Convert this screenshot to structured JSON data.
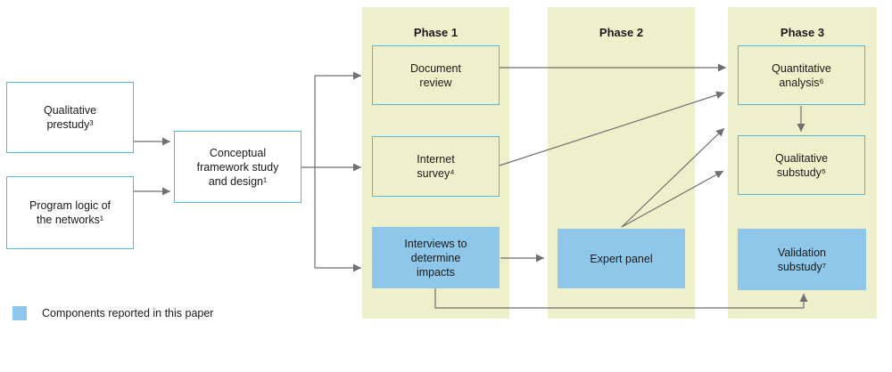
{
  "diagram": {
    "phases": [
      {
        "label": "Phase 1"
      },
      {
        "label": "Phase 2"
      },
      {
        "label": "Phase 3"
      }
    ],
    "boxes": {
      "qualitative_prestudy": {
        "lines": [
          "Qualitative",
          "prestudy³"
        ],
        "highlighted": false
      },
      "program_logic": {
        "lines": [
          "Program logic of",
          "the networks¹"
        ],
        "highlighted": false
      },
      "conceptual_framework": {
        "lines": [
          "Conceptual",
          "framework study",
          "and design¹"
        ],
        "highlighted": false
      },
      "document_review": {
        "lines": [
          "Document",
          "review"
        ],
        "highlighted": false
      },
      "internet_survey": {
        "lines": [
          "Internet",
          "survey⁴"
        ],
        "highlighted": false
      },
      "interviews": {
        "lines": [
          "Interviews to",
          "determine",
          "impacts"
        ],
        "highlighted": true
      },
      "expert_panel": {
        "lines": [
          "Expert panel"
        ],
        "highlighted": true
      },
      "quantitative_analysis": {
        "lines": [
          "Quantitative",
          "analysis⁶"
        ],
        "highlighted": false
      },
      "qualitative_substudy": {
        "lines": [
          "Qualitative",
          "substudy⁵"
        ],
        "highlighted": false
      },
      "validation_substudy": {
        "lines": [
          "Validation",
          "substudy⁷"
        ],
        "highlighted": true
      }
    },
    "legend": {
      "label": "Components reported in this paper"
    },
    "colors": {
      "highlight_fill": "#8EC7E9",
      "box_border": "#4FB8E4",
      "phase_background": "#EEF0CC",
      "arrow": "#6F6F6F",
      "text": "#1A1A1A"
    }
  }
}
